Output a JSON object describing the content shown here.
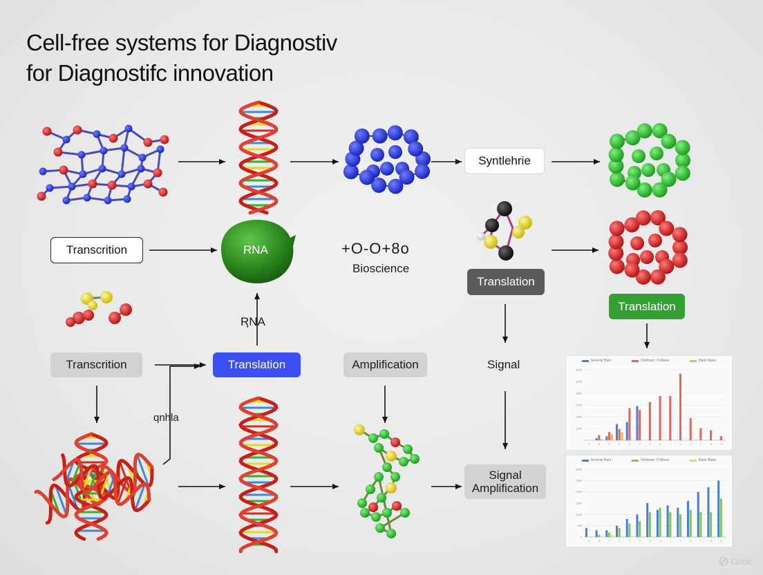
{
  "title": {
    "line1": "Cell-free systems for Diagnostiv",
    "line2": "for Diagnostifc innovation"
  },
  "labels": {
    "synthesize": "Syntlehrie",
    "transcription_outline": "Transcrition",
    "rna_blob": "RNA",
    "bioscience_symbols": "+O-O+8o",
    "bioscience": "Bioscience",
    "translation_dark": "Translation",
    "translation_green": "Translation",
    "rna_small": "RฺNA",
    "transcription_grey": "Transcrition",
    "translation_blue": "Translation",
    "amplification": "Amplification",
    "signal": "Signal",
    "qnhla": "qnhla",
    "signal_amp_line1": "Signal",
    "signal_amp_line2": "Amplification",
    "watermark": "Grok"
  },
  "colors": {
    "dna_backbone": "#d42a1f",
    "rna_blob": "#2f8a1f",
    "blue_sphere": "#2030d0",
    "green_sphere": "#2db42d",
    "red_sphere": "#d11d1d",
    "yellow_sphere": "#e8d81a",
    "black_sphere": "#151515"
  },
  "chart_data": [
    {
      "type": "bar",
      "legend": [
        "Seventy Bam",
        "Dimitram: D Mews",
        "Bank Bales"
      ],
      "series_colors": [
        "#4a7fd4",
        "#e06a5a",
        "#f0b84a"
      ],
      "yticks": [
        "",
        "1000",
        "1500",
        "2000",
        "2500",
        "3000",
        "3500"
      ],
      "ylim": [
        0,
        3500
      ],
      "categories": [
        "A",
        "B",
        "C",
        "D",
        "E",
        "F",
        "G",
        "H",
        "I",
        "J",
        "K",
        "L",
        "M",
        "N"
      ],
      "series": [
        {
          "values": [
            0,
            100,
            200,
            800,
            900,
            1700,
            0,
            0,
            0,
            0,
            0,
            0,
            0,
            0
          ]
        },
        {
          "values": [
            0,
            250,
            400,
            550,
            1600,
            1500,
            1900,
            2200,
            2200,
            3300,
            1100,
            600,
            500,
            200
          ]
        },
        {
          "values": [
            0,
            50,
            300,
            400,
            0,
            0,
            0,
            0,
            0,
            0,
            0,
            0,
            0,
            0
          ]
        }
      ]
    },
    {
      "type": "bar",
      "legend": [
        "Seventy Bam",
        "Dimitram: D Mews",
        "Bank Bales"
      ],
      "series_colors": [
        "#4a7fd4",
        "#7cc95a",
        "#f0d84a"
      ],
      "yticks": [
        "0",
        "500",
        "1000",
        "1500",
        "2000",
        "2500",
        "3000"
      ],
      "ylim": [
        0,
        3000
      ],
      "categories": [
        "A",
        "B",
        "C",
        "D",
        "E",
        "F",
        "G",
        "H",
        "I",
        "J",
        "K",
        "L",
        "M",
        "N"
      ],
      "series": [
        {
          "values": [
            400,
            300,
            300,
            500,
            800,
            1000,
            1500,
            1200,
            1400,
            1300,
            1600,
            2000,
            2200,
            2500
          ]
        },
        {
          "values": [
            0,
            100,
            200,
            400,
            600,
            700,
            1100,
            1300,
            1100,
            1000,
            1200,
            1100,
            1100,
            1700
          ]
        },
        {
          "values": [
            0,
            0,
            100,
            0,
            0,
            0,
            0,
            0,
            0,
            0,
            0,
            0,
            0,
            0
          ]
        }
      ]
    }
  ]
}
